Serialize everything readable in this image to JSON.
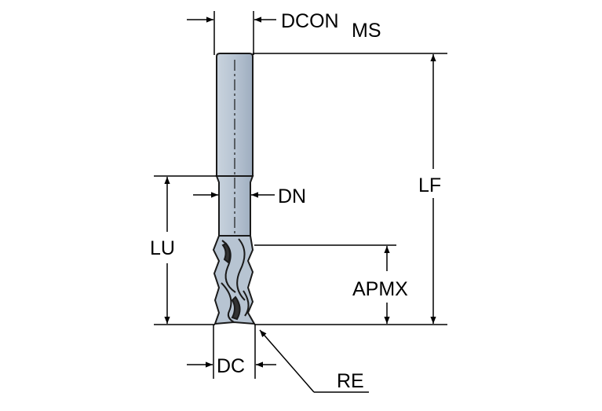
{
  "labels": {
    "dcon": "DCON",
    "dcon_sub": "MS",
    "lf": "LF",
    "dn": "DN",
    "lu": "LU",
    "apmx": "APMX",
    "dc": "DC",
    "re": "RE"
  },
  "colors": {
    "tool_fill": "#b7c4d2",
    "tool_edge": "#1a1a1a",
    "line": "#000000",
    "background": "#ffffff"
  }
}
